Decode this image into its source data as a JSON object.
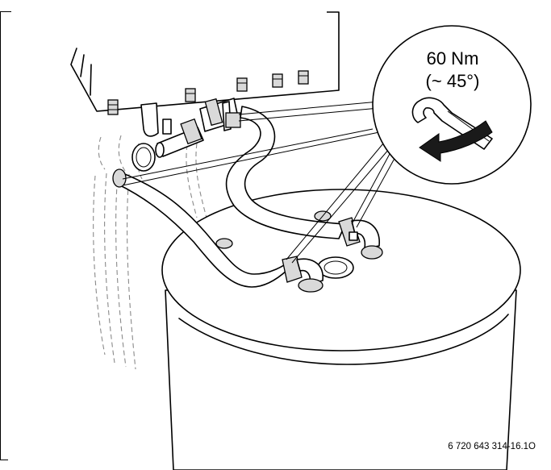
{
  "callout": {
    "torque": "60 Nm",
    "angle": "(~ 45°)"
  },
  "figure_code": "6 720 643 314-16.1O"
}
